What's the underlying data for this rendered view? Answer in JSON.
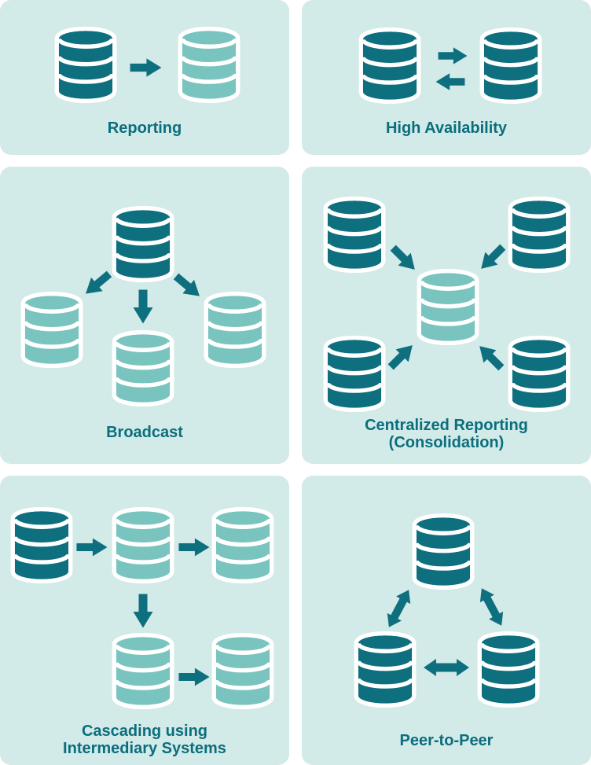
{
  "palette": {
    "page-bg": "#ffffff",
    "panel-bg": "#d2eae8",
    "db-dark": "#0e6f7e",
    "db-light": "#7ac4bf",
    "arrow": "#0e6f7e",
    "label": "#0b6e7d",
    "icon-outline": "#ffffff"
  },
  "panels": [
    {
      "id": "reporting",
      "label": "Reporting",
      "topology": {
        "nodes": [
          {
            "role": "source-database",
            "variant": "dark"
          },
          {
            "role": "replica-database",
            "variant": "light"
          }
        ],
        "flows": [
          "source-database -> replica-database"
        ]
      }
    },
    {
      "id": "high-availability",
      "label": "High Availability",
      "topology": {
        "nodes": [
          {
            "role": "primary-database",
            "variant": "dark"
          },
          {
            "role": "standby-database",
            "variant": "dark"
          }
        ],
        "flows": [
          "primary-database -> standby-database",
          "standby-database -> primary-database"
        ]
      }
    },
    {
      "id": "broadcast",
      "label": "Broadcast",
      "topology": {
        "nodes": [
          {
            "role": "source-database",
            "variant": "dark"
          },
          {
            "role": "target-database-left",
            "variant": "light"
          },
          {
            "role": "target-database-center",
            "variant": "light"
          },
          {
            "role": "target-database-right",
            "variant": "light"
          }
        ],
        "flows": [
          "source-database -> target-database-left",
          "source-database -> target-database-center",
          "source-database -> target-database-right"
        ]
      }
    },
    {
      "id": "centralized-reporting",
      "label": "Centralized Reporting\n(Consolidation)",
      "topology": {
        "nodes": [
          {
            "role": "source-database-top-left",
            "variant": "dark"
          },
          {
            "role": "source-database-top-right",
            "variant": "dark"
          },
          {
            "role": "central-database",
            "variant": "light"
          },
          {
            "role": "source-database-bottom-left",
            "variant": "dark"
          },
          {
            "role": "source-database-bottom-right",
            "variant": "dark"
          }
        ],
        "flows": [
          "source-database-top-left -> central-database",
          "source-database-top-right -> central-database",
          "source-database-bottom-left -> central-database",
          "source-database-bottom-right -> central-database"
        ]
      }
    },
    {
      "id": "cascading",
      "label": "Cascading using\nIntermediary Systems",
      "topology": {
        "nodes": [
          {
            "role": "source-database",
            "variant": "dark"
          },
          {
            "role": "intermediary-database-1",
            "variant": "light"
          },
          {
            "role": "target-database-top",
            "variant": "light"
          },
          {
            "role": "intermediary-database-2",
            "variant": "light"
          },
          {
            "role": "target-database-bottom",
            "variant": "light"
          }
        ],
        "flows": [
          "source-database -> intermediary-database-1",
          "intermediary-database-1 -> target-database-top",
          "intermediary-database-1 -> intermediary-database-2",
          "intermediary-database-2 -> target-database-bottom"
        ]
      }
    },
    {
      "id": "peer-to-peer",
      "label": "Peer-to-Peer",
      "topology": {
        "nodes": [
          {
            "role": "peer-database-top",
            "variant": "dark"
          },
          {
            "role": "peer-database-left",
            "variant": "dark"
          },
          {
            "role": "peer-database-right",
            "variant": "dark"
          }
        ],
        "flows": [
          "peer-database-top <-> peer-database-left",
          "peer-database-top <-> peer-database-right",
          "peer-database-left <-> peer-database-right"
        ]
      }
    }
  ]
}
